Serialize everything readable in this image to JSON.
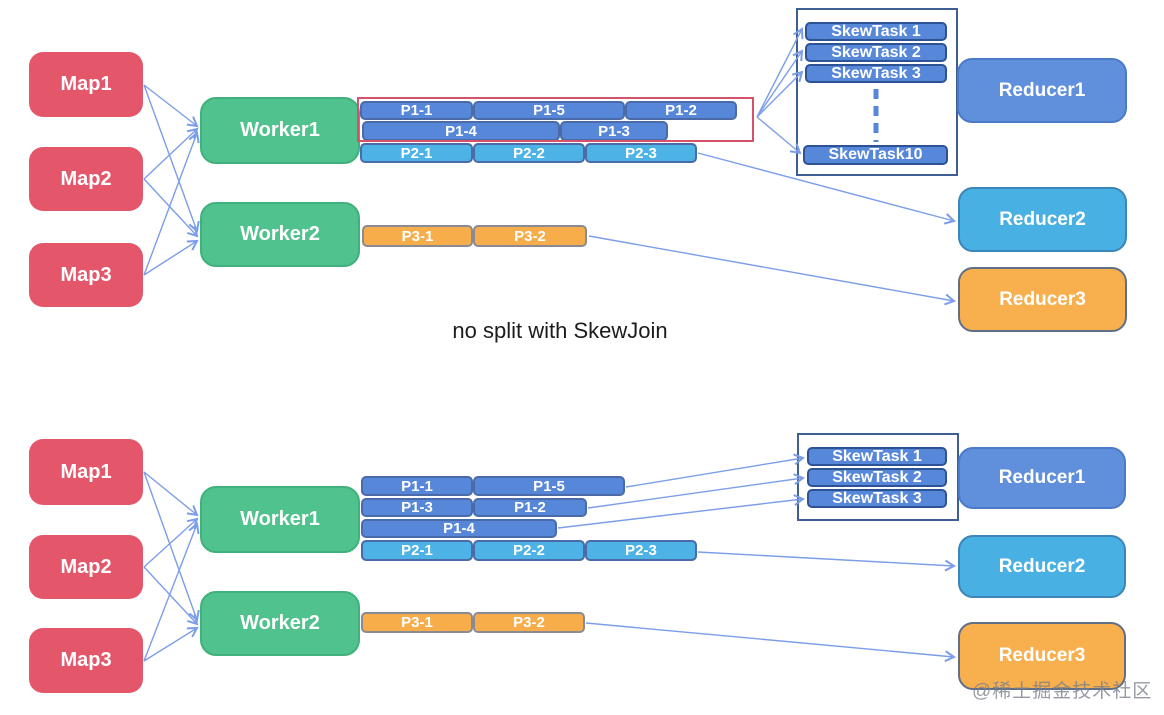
{
  "top": {
    "caption": "no split with SkewJoin",
    "maps": [
      "Map1",
      "Map2",
      "Map3"
    ],
    "workers": [
      "Worker1",
      "Worker2"
    ],
    "partitions": {
      "row1": [
        "P1-1",
        "P1-5",
        "P1-2"
      ],
      "row2": [
        "P1-4",
        "P1-3"
      ],
      "p2": [
        "P2-1",
        "P2-2",
        "P2-3"
      ],
      "p3": [
        "P3-1",
        "P3-2"
      ]
    },
    "skew_tasks": [
      "SkewTask 1",
      "SkewTask 2",
      "SkewTask 3",
      "SkewTask10"
    ],
    "reducers": [
      "Reducer1",
      "Reducer2",
      "Reducer3"
    ]
  },
  "bottom": {
    "maps": [
      "Map1",
      "Map2",
      "Map3"
    ],
    "workers": [
      "Worker1",
      "Worker2"
    ],
    "partitions": {
      "row1": [
        "P1-1",
        "P1-5"
      ],
      "row2": [
        "P1-3",
        "P1-2"
      ],
      "row3": [
        "P1-4"
      ],
      "p2": [
        "P2-1",
        "P2-2",
        "P2-3"
      ],
      "p3": [
        "P3-1",
        "P3-2"
      ]
    },
    "skew_tasks": [
      "SkewTask 1",
      "SkewTask 2",
      "SkewTask 3"
    ],
    "reducers": [
      "Reducer1",
      "Reducer2",
      "Reducer3"
    ]
  },
  "watermark": "@稀土掘金技术社区",
  "colors": {
    "map": "#E4576A",
    "worker": "#4FC28D",
    "partition_blue": "#5787D9",
    "partition_cyan": "#4DB3E6",
    "partition_orange": "#F8AD4B",
    "skew_task_fill": "#5787D9",
    "skew_container_border": "#3E5F94",
    "highlight_outline": "#D5536A",
    "reducer1": "#6090DC",
    "reducer2": "#49B0E3",
    "reducer3": "#F8B04E",
    "connector": "#7C9EE8"
  }
}
